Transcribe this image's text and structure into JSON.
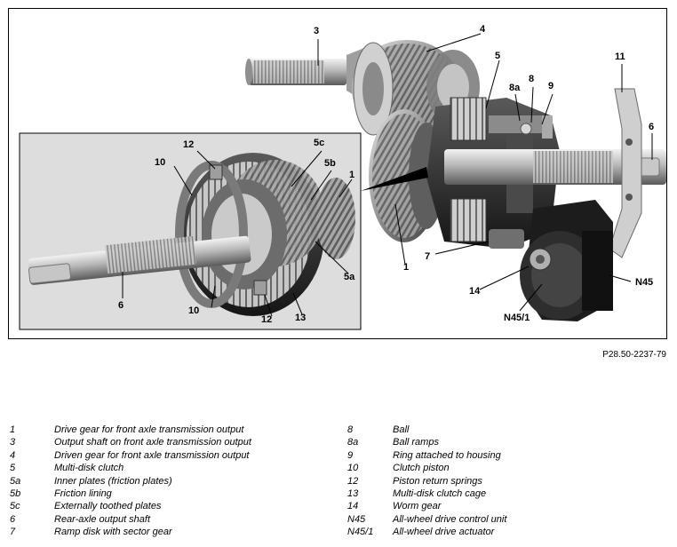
{
  "figure": {
    "callouts": {
      "c3": "3",
      "c4": "4",
      "c5_main": "5",
      "c8": "8",
      "c8a": "8a",
      "c9": "9",
      "c11": "11",
      "c6_main": "6",
      "c1_main": "1",
      "c7": "7",
      "c14": "14",
      "cN45": "N45",
      "cN451": "N45/1",
      "c12_top": "12",
      "c5c": "5c",
      "c10_top": "10",
      "c5b": "5b",
      "c1_inset": "1",
      "c6_inset": "6",
      "c5a": "5a",
      "c10_bottom": "10",
      "c12_bottom": "12",
      "c13": "13"
    },
    "colors": {
      "frame": "#000000",
      "inset_bg": "#dddddd",
      "metal_light": "#d9d9d9",
      "metal_mid": "#9a9a9a",
      "metal_dark": "#3a3a3a",
      "housing": "#1e1e1e"
    }
  },
  "reference_code": "P28.50-2237-79",
  "legend": {
    "left": [
      {
        "num": "1",
        "text": "Drive gear for front axle transmission output"
      },
      {
        "num": "3",
        "text": "Output shaft on front axle transmission output"
      },
      {
        "num": "4",
        "text": "Driven gear for front axle transmission output"
      },
      {
        "num": "5",
        "text": "Multi-disk clutch"
      },
      {
        "num": "5a",
        "text": "Inner plates (friction plates)"
      },
      {
        "num": "5b",
        "text": "Friction lining"
      },
      {
        "num": "5c",
        "text": "Externally toothed plates"
      },
      {
        "num": "6",
        "text": "Rear-axle output shaft"
      },
      {
        "num": "7",
        "text": "Ramp disk with sector gear"
      }
    ],
    "right": [
      {
        "num": "8",
        "text": "Ball"
      },
      {
        "num": "8a",
        "text": "Ball ramps"
      },
      {
        "num": "9",
        "text": "Ring attached to housing"
      },
      {
        "num": "10",
        "text": "Clutch piston"
      },
      {
        "num": "12",
        "text": "Piston return springs"
      },
      {
        "num": "13",
        "text": "Multi-disk clutch cage"
      },
      {
        "num": "14",
        "text": "Worm gear"
      },
      {
        "num": "N45",
        "text": "All-wheel drive control unit"
      },
      {
        "num": "N45/1",
        "text": "All-wheel drive actuator"
      }
    ]
  }
}
